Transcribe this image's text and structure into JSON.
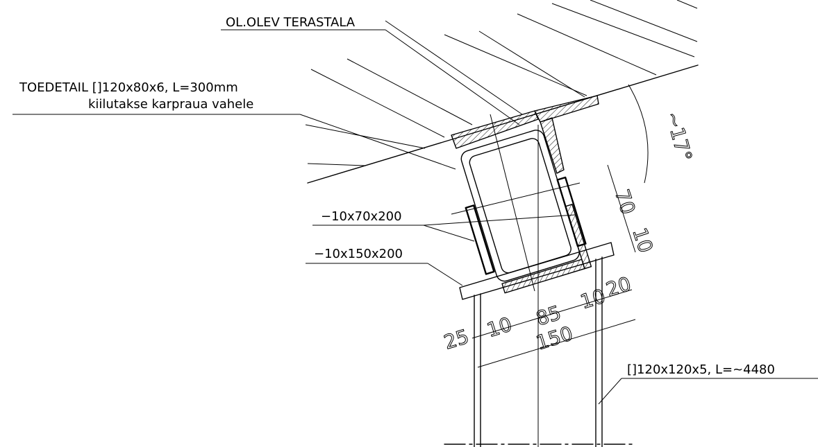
{
  "labels": {
    "beam": "OL.OLEV TERASTALA",
    "support_line1": "TOEDETAIL []120x80x6, L=300mm",
    "support_line2": "kiilutakse karpraua vahele",
    "plate_small": "−10x70x200",
    "plate_base": "−10x150x200",
    "column": "[]120x120x5, L=~4480"
  },
  "dimensions": {
    "angle": "~17°",
    "d70": "70",
    "d10_right": "10",
    "d20": "20",
    "d10_top": "10",
    "d85": "85",
    "d10_left": "10",
    "d25": "25",
    "d150": "150"
  }
}
